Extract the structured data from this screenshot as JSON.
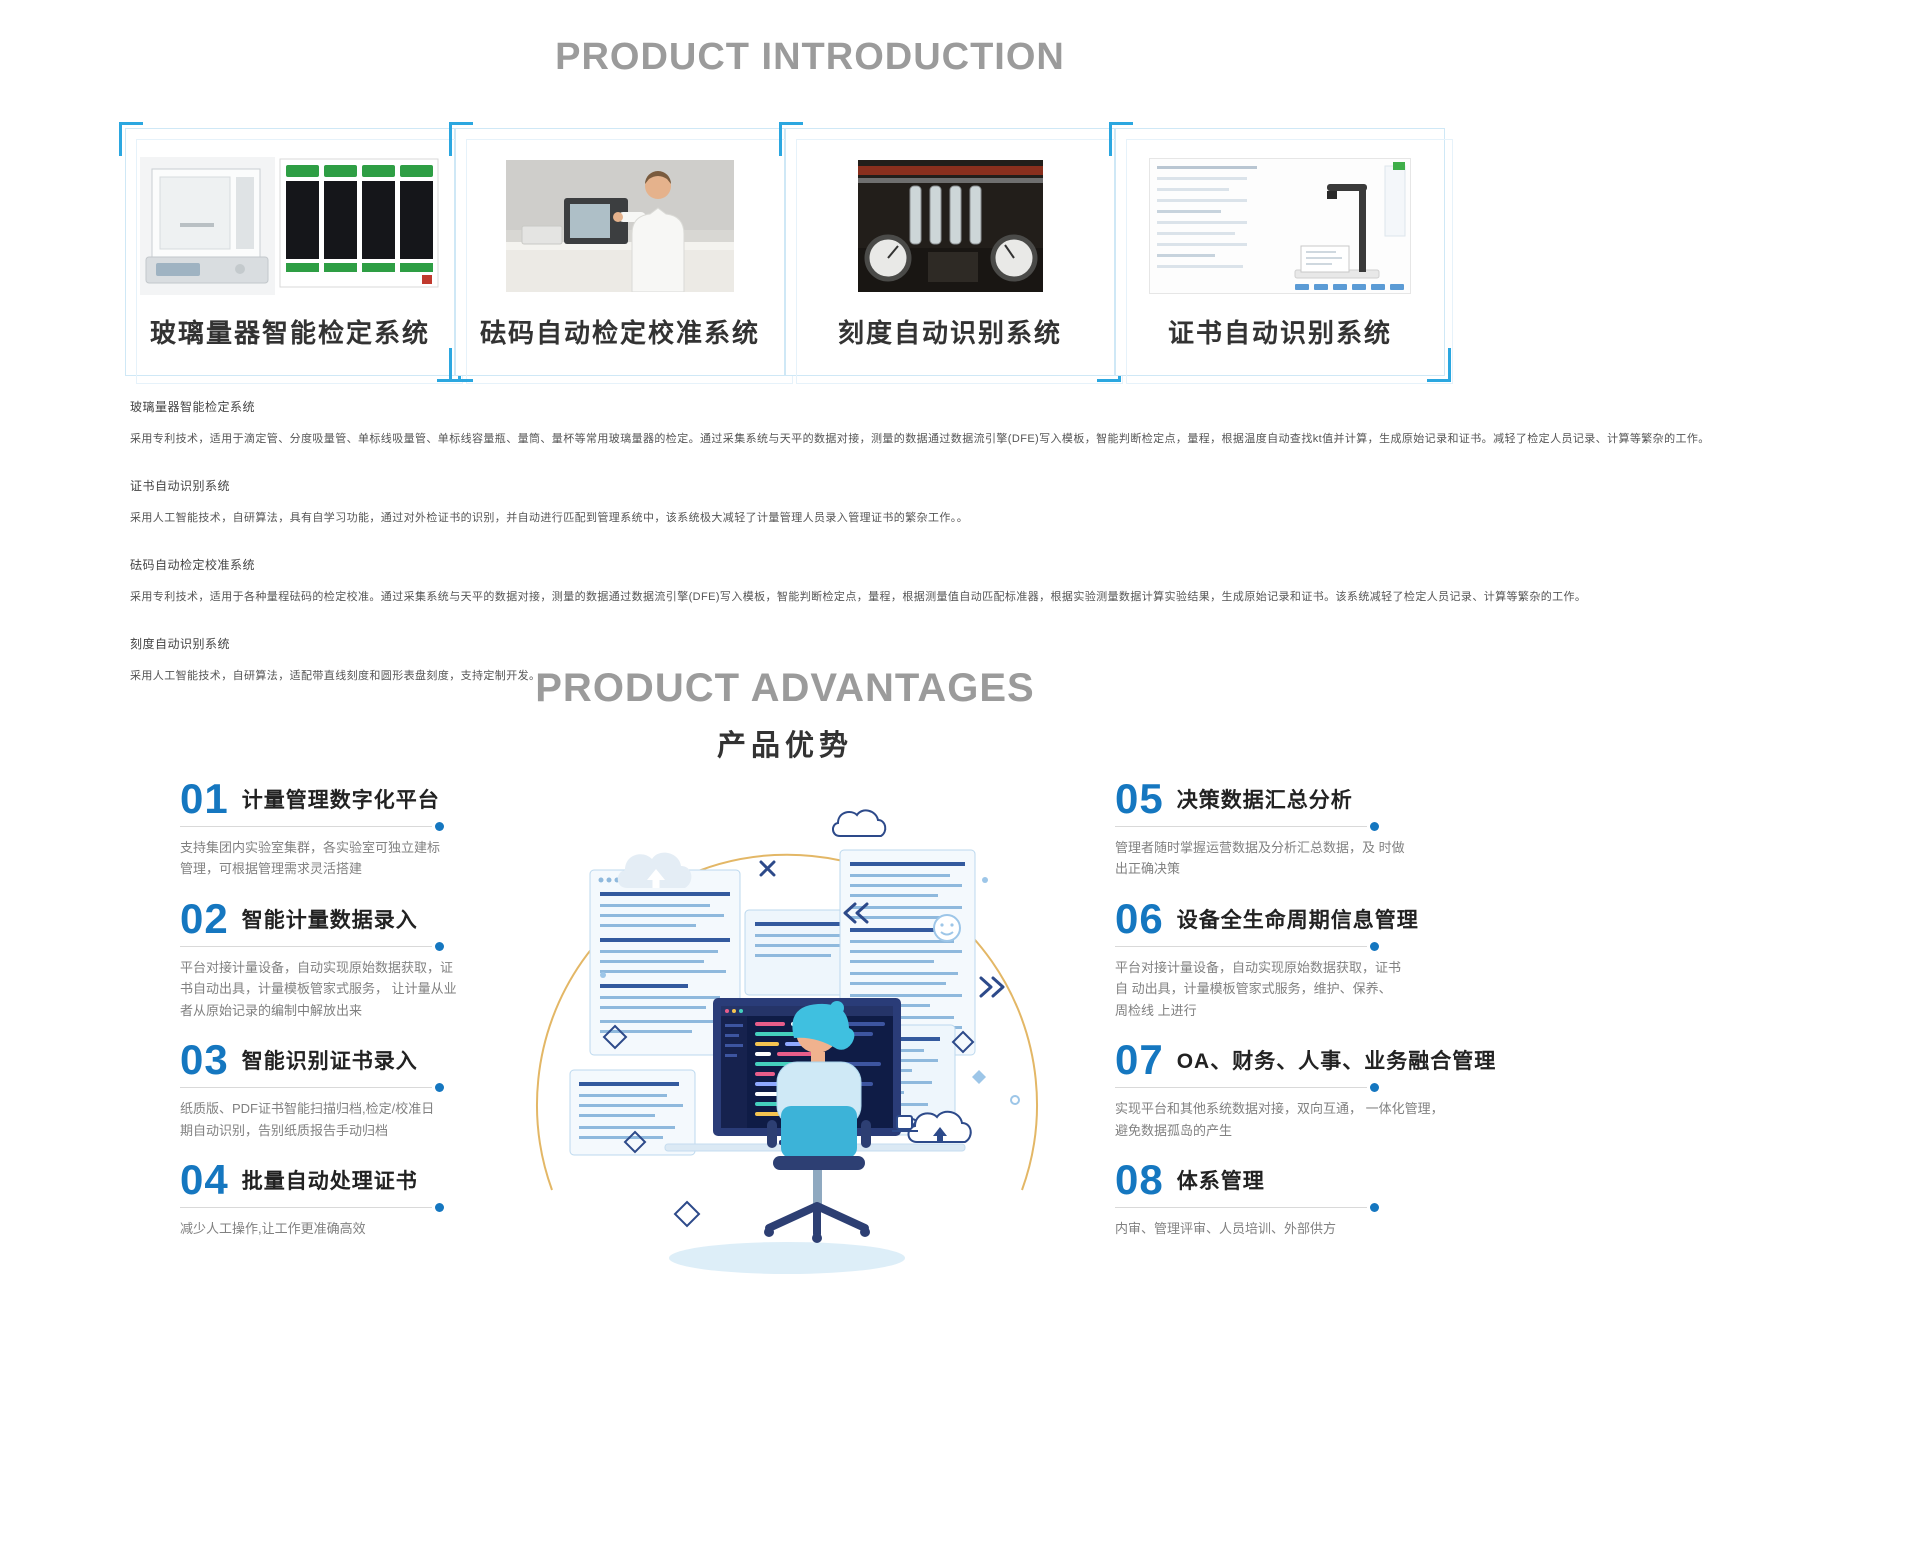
{
  "colors": {
    "accent_blue": "#1577c0",
    "frame_blue": "#2ba7e0",
    "heading_gray": "#9b9b9b",
    "title_dark": "#333333"
  },
  "intro": {
    "title": "PRODUCT INTRODUCTION"
  },
  "products": [
    {
      "caption": "玻璃量器智能检定系统"
    },
    {
      "caption": "砝码自动检定校准系统"
    },
    {
      "caption": "刻度自动识别系统"
    },
    {
      "caption": "证书自动识别系统"
    }
  ],
  "descriptions": [
    {
      "title": "玻璃量器智能检定系统",
      "body": "采用专利技术，适用于滴定管、分度吸量管、单标线吸量管、单标线容量瓶、量筒、量杯等常用玻璃量器的检定。通过采集系统与天平的数据对接，测量的数据通过数据流引擎(DFE)写入模板，智能判断检定点，量程，根据温度自动查找kt值并计算，生成原始记录和证书。减轻了检定人员记录、计算等繁杂的工作。"
    },
    {
      "title": "证书自动识别系统",
      "body": "采用人工智能技术，自研算法，具有自学习功能，通过对外检证书的识别，并自动进行匹配到管理系统中，该系统极大减轻了计量管理人员录入管理证书的繁杂工作。。"
    },
    {
      "title": "砝码自动检定校准系统",
      "body": "采用专利技术，适用于各种量程砝码的检定校准。通过采集系统与天平的数据对接，测量的数据通过数据流引擎(DFE)写入模板，智能判断检定点，量程，根据测量值自动匹配标准器，根据实验测量数据计算实验结果，生成原始记录和证书。该系统减轻了检定人员记录、计算等繁杂的工作。"
    },
    {
      "title": "刻度自动识别系统",
      "body": "采用人工智能技术，自研算法，适配带直线刻度和圆形表盘刻度，支持定制开发。"
    }
  ],
  "advantages": {
    "title": "PRODUCT  ADVANTAGES",
    "subtitle": "产品优势",
    "left": [
      {
        "num": "01",
        "title": "计量管理数字化平台",
        "desc": "支持集团内实验室集群，各实验室可独立建标\n管理，可根据管理需求灵活搭建"
      },
      {
        "num": "02",
        "title": "智能计量数据录入",
        "desc": "平台对接计量设备，自动实现原始数据获取，证\n书自动出具，计量模板管家式服务， 让计量从业\n者从原始记录的编制中解放出来"
      },
      {
        "num": "03",
        "title": "智能识别证书录入",
        "desc": "纸质版、PDF证书智能扫描归档,检定/校准日\n期自动识别，告别纸质报告手动归档"
      },
      {
        "num": "04",
        "title": "批量自动处理证书",
        "desc": "减少人工操作,让工作更准确高效"
      }
    ],
    "right": [
      {
        "num": "05",
        "title": "决策数据汇总分析",
        "desc": "管理者随时掌握运营数据及分析汇总数据，及 时做\n出正确决策"
      },
      {
        "num": "06",
        "title": "设备全生命周期信息管理",
        "desc": "平台对接计量设备，自动实现原始数据获取，证书\n自 动出具，计量模板管家式服务，维护、保养、\n周检线 上进行"
      },
      {
        "num": "07",
        "title": "OA、财务、人事、业务融合管理",
        "desc": "实现平台和其他系统数据对接，双向互通， 一体化管理，\n避免数据孤岛的产生"
      },
      {
        "num": "08",
        "title": "体系管理",
        "desc": "内审、管理评审、人员培训、外部供方"
      }
    ]
  }
}
